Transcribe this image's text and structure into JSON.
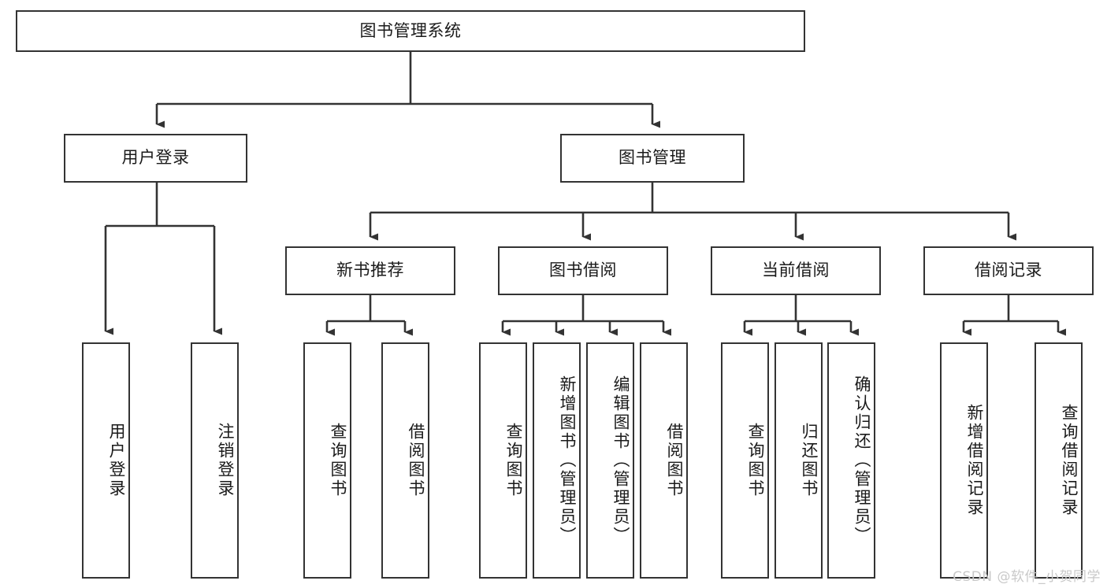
{
  "diagram": {
    "title": "图书管理系统",
    "type": "tree-hierarchy",
    "colors": {
      "node_border": "#333333",
      "node_fill": "#ffffff",
      "connector": "#333333",
      "text": "#1a1a1a",
      "watermark": "#c9c9c9",
      "background": "#ffffff"
    },
    "root": {
      "label": "图书管理系统"
    },
    "level2": [
      {
        "label": "用户登录"
      },
      {
        "label": "图书管理"
      }
    ],
    "level3": [
      {
        "label": "新书推荐"
      },
      {
        "label": "图书借阅"
      },
      {
        "label": "当前借阅"
      },
      {
        "label": "借阅记录"
      }
    ],
    "leaves": {
      "user_login": [
        {
          "label": "用户登录"
        },
        {
          "label": "注销登录"
        }
      ],
      "new_book_recommend": [
        {
          "label": "查询图书"
        },
        {
          "label": "借阅图书"
        }
      ],
      "book_borrow": [
        {
          "label": "查询图书"
        },
        {
          "label": "新增图书（管理员）"
        },
        {
          "label": "编辑图书（管理员）"
        },
        {
          "label": "借阅图书"
        }
      ],
      "current_borrow": [
        {
          "label": "查询图书"
        },
        {
          "label": "归还图书"
        },
        {
          "label": "确认归还（管理员）"
        }
      ],
      "borrow_record": [
        {
          "label": "新增借阅记录"
        },
        {
          "label": "查询借阅记录"
        }
      ]
    }
  },
  "watermark": {
    "text": "CSDN @软件_小贺同学"
  }
}
